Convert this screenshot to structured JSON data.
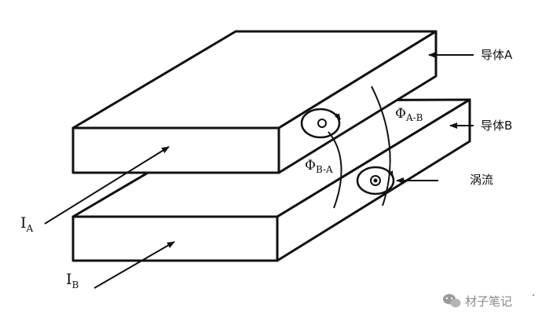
{
  "diagram": {
    "labels": {
      "conductor_a": "导体A",
      "conductor_b": "导体B",
      "eddy_current": "涡流",
      "current_a_main": "I",
      "current_a_sub": "A",
      "current_b_main": "I",
      "current_b_sub": "B",
      "flux_ab_main": "Φ",
      "flux_ab_sub": "A-B",
      "flux_ba_main": "Φ",
      "flux_ba_sub": "B-A"
    },
    "watermark": {
      "text": "材子笔记"
    }
  }
}
